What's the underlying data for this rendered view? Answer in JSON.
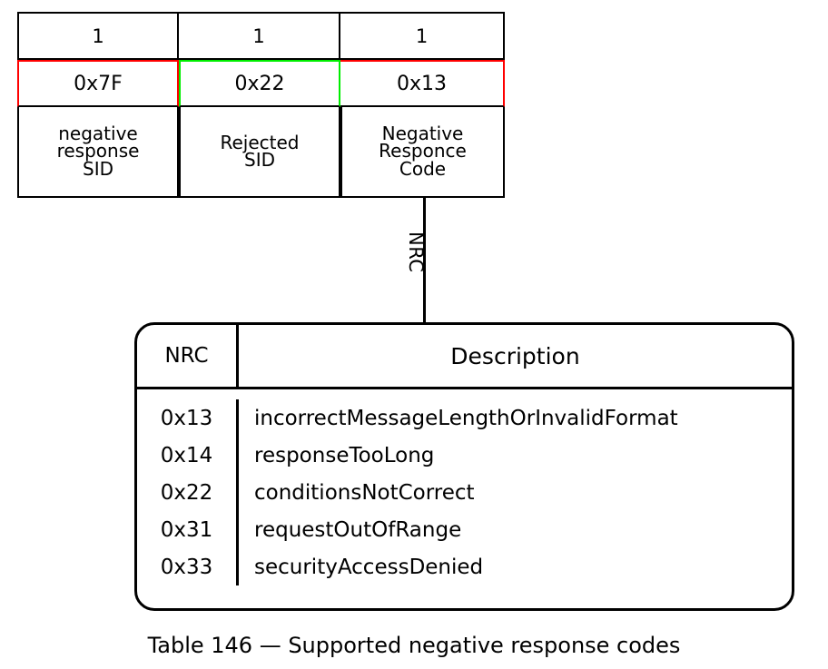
{
  "frame_table": {
    "columns": [
      {
        "length": "1",
        "value": "0x7F",
        "value_border_color": "#ff0000",
        "name_lines": [
          "negative",
          "response",
          "SID"
        ]
      },
      {
        "length": "1",
        "value": "0x22",
        "value_border_color": "#00ee00",
        "name_lines": [
          "Rejected",
          "SID"
        ]
      },
      {
        "length": "1",
        "value": "0x13",
        "value_border_color": "#ff0000",
        "name_lines": [
          "Negative",
          "Responce",
          "Code"
        ]
      }
    ]
  },
  "connector": {
    "label": "NRC"
  },
  "nrc_table": {
    "headers": {
      "code": "NRC",
      "description": "Description"
    },
    "rows": [
      {
        "code": "0x13",
        "description": "incorrectMessageLengthOrInvalidFormat"
      },
      {
        "code": "0x14",
        "description": "responseTooLong"
      },
      {
        "code": "0x22",
        "description": "conditionsNotCorrect"
      },
      {
        "code": "0x31",
        "description": "requestOutOfRange"
      },
      {
        "code": "0x33",
        "description": "securityAccessDenied"
      }
    ]
  },
  "caption": {
    "text": "Table 146 — Supported negative response codes"
  },
  "colors": {
    "outline": "#000000",
    "highlight_red": "#ff0000",
    "highlight_green": "#00ee00",
    "background": "#ffffff"
  }
}
